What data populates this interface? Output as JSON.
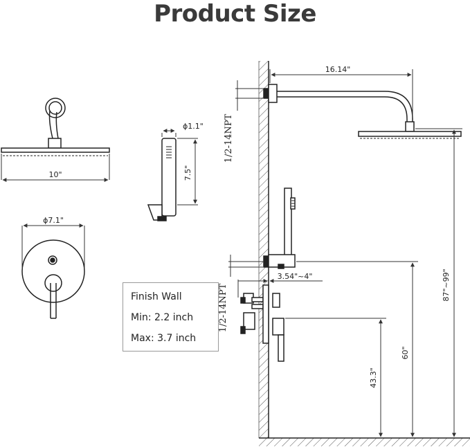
{
  "title": "Product Size",
  "labels": {
    "head_width": "10\"",
    "handheld_dia": "ϕ1.1\"",
    "handheld_len": "7.5\"",
    "valve_dia": "ϕ7.1\"",
    "arm_len": "16.14\"",
    "npt_top": "1/2-14NPT",
    "npt_bottom": "1/2-14NPT",
    "depth": "3.54\"~4\"",
    "total_height": "87\"~99\"",
    "outlet_height": "60\"",
    "valve_height": "43.3\""
  },
  "finish_wall": {
    "heading": "Finish Wall",
    "min_label": "Min:",
    "min_value": "2.2 inch",
    "max_label": "Max:",
    "max_value": "3.7 inch"
  }
}
